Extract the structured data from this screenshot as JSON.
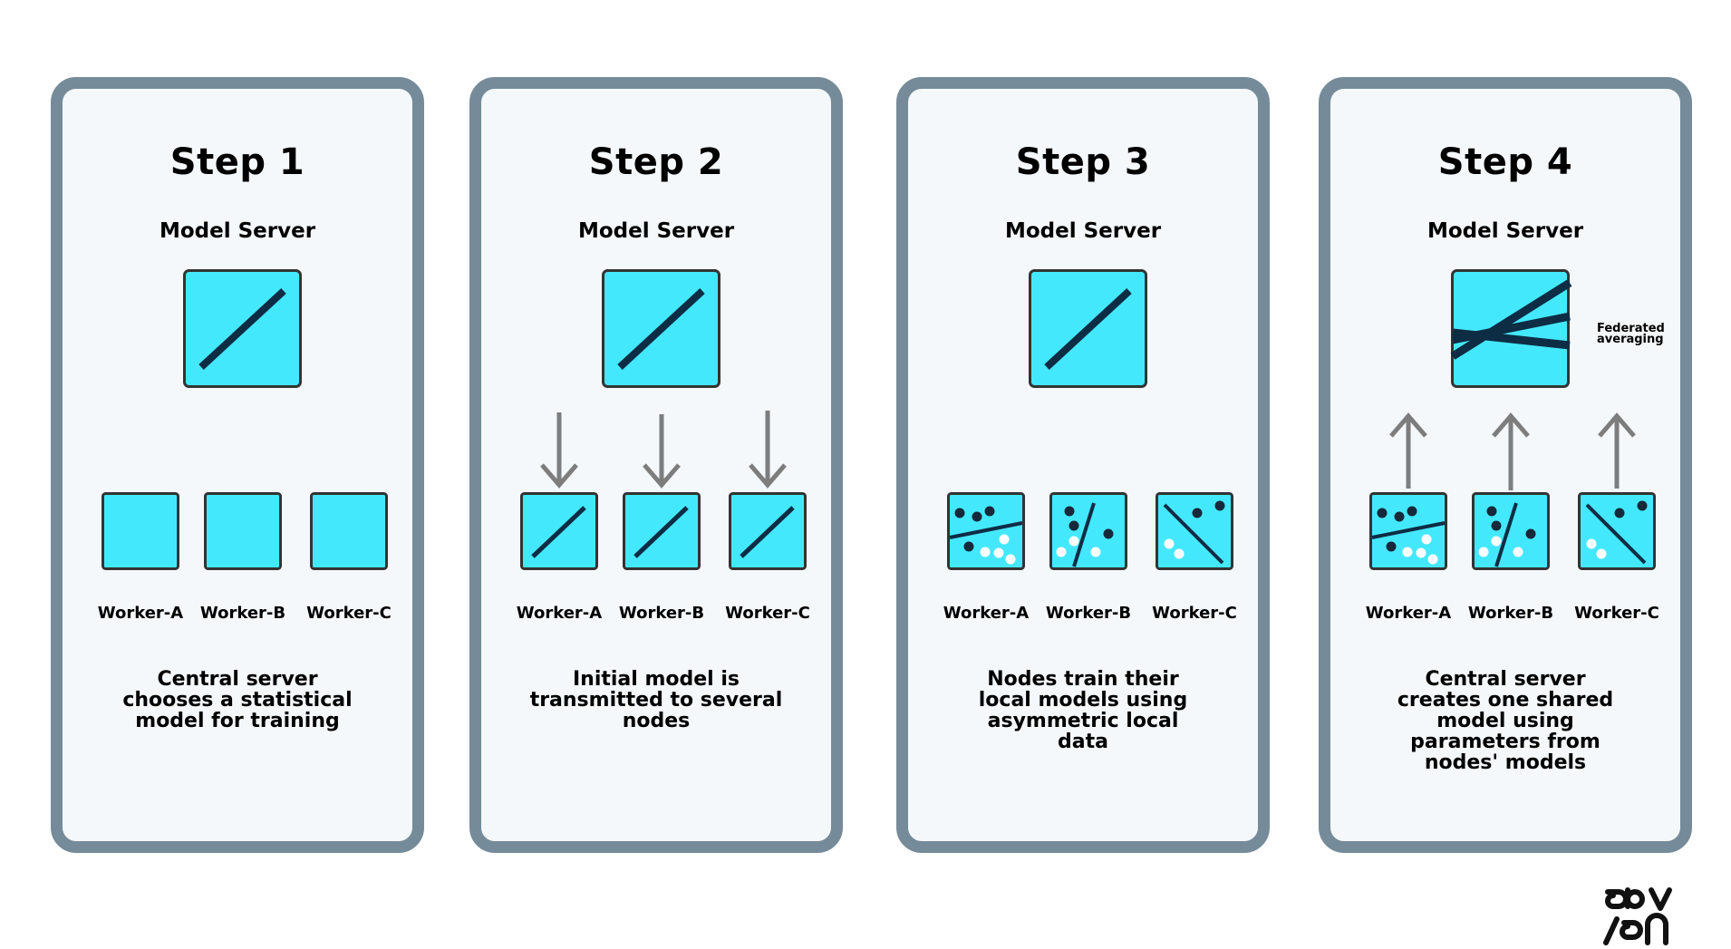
{
  "colors": {
    "card_border": "#758b99",
    "card_fill": "#f4f8fa",
    "model_fill": "#44e8fc",
    "model_stroke": "#333333",
    "line_color": "#0d2d45",
    "arrow_color": "#7d7d7d",
    "dot_dark": "#15293a",
    "dot_light": "#ffffff"
  },
  "steps": [
    {
      "title": "Step 1",
      "server_label": "Model Server",
      "workers": [
        "Worker-A",
        "Worker-B",
        "Worker-C"
      ],
      "caption": "Central server chooses a statistical model for training"
    },
    {
      "title": "Step 2",
      "server_label": "Model Server",
      "workers": [
        "Worker-A",
        "Worker-B",
        "Worker-C"
      ],
      "caption": "Initial model is transmitted to several nodes"
    },
    {
      "title": "Step 3",
      "server_label": "Model Server",
      "workers": [
        "Worker-A",
        "Worker-B",
        "Worker-C"
      ],
      "caption": "Nodes train their local models using asymmetric local data"
    },
    {
      "title": "Step 4",
      "server_label": "Model Server",
      "annotation": "Federated averaging",
      "workers": [
        "Worker-A",
        "Worker-B",
        "Worker-C"
      ],
      "caption": "Central server creates one shared model using parameters from nodes' models"
    }
  ],
  "logo": {
    "icon": "advian-logo"
  }
}
